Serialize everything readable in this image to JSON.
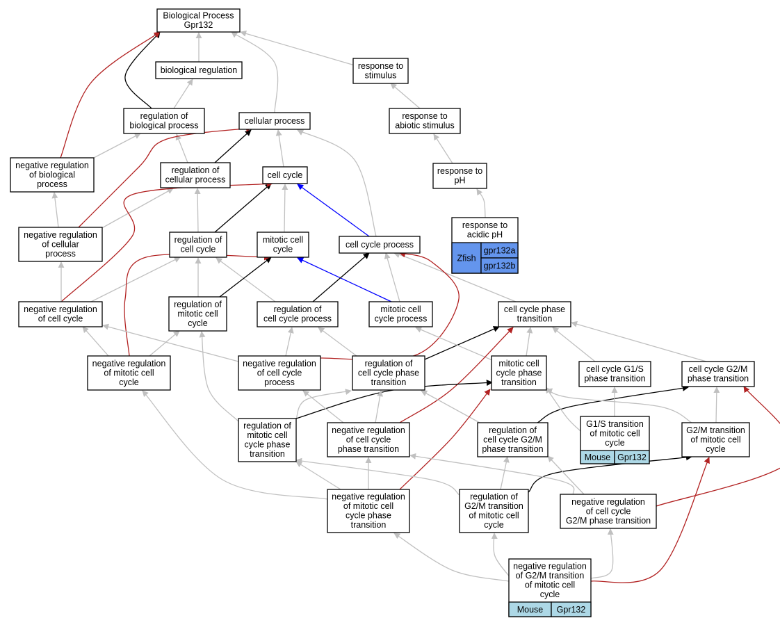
{
  "colors": {
    "is_a": "#c0c0c0",
    "part_of": "#000000",
    "regulates": "#0000ff",
    "negatively_regulates": "#b22222",
    "mouse_cell": "#add8e6",
    "zfish_cell": "#6495ed"
  },
  "nodes": [
    {
      "id": "bp",
      "lines": [
        "Biological Process",
        "Gpr132"
      ]
    },
    {
      "id": "biological_regulation",
      "lines": [
        "biological regulation"
      ]
    },
    {
      "id": "response_to_stimulus",
      "lines": [
        "response to",
        "stimulus"
      ]
    },
    {
      "id": "regulation_of_biological_process",
      "lines": [
        "regulation of",
        "biological process"
      ]
    },
    {
      "id": "cellular_process",
      "lines": [
        "cellular process"
      ]
    },
    {
      "id": "response_to_abiotic_stimulus",
      "lines": [
        "response to",
        "abiotic stimulus"
      ]
    },
    {
      "id": "negative_regulation_of_biological_process",
      "lines": [
        "negative regulation",
        "of biological",
        "process"
      ]
    },
    {
      "id": "regulation_of_cellular_process",
      "lines": [
        "regulation of",
        "cellular process"
      ]
    },
    {
      "id": "cell_cycle",
      "lines": [
        "cell cycle"
      ]
    },
    {
      "id": "response_to_ph",
      "lines": [
        "response to",
        "pH"
      ]
    },
    {
      "id": "negative_regulation_of_cellular_process",
      "lines": [
        "negative regulation",
        "of cellular",
        "process"
      ]
    },
    {
      "id": "regulation_of_cell_cycle",
      "lines": [
        "regulation of",
        "cell cycle"
      ]
    },
    {
      "id": "mitotic_cell_cycle",
      "lines": [
        "mitotic cell",
        "cycle"
      ]
    },
    {
      "id": "cell_cycle_process",
      "lines": [
        "cell cycle process"
      ]
    },
    {
      "id": "response_to_acidic_ph",
      "lines": [
        "response to",
        "acidic pH"
      ],
      "species": "Zfish",
      "genes": [
        "gpr132a",
        "gpr132b"
      ],
      "cell_color": "zfish_cell"
    },
    {
      "id": "negative_regulation_of_cell_cycle",
      "lines": [
        "negative regulation",
        "of cell cycle"
      ]
    },
    {
      "id": "regulation_of_mitotic_cell_cycle",
      "lines": [
        "regulation of",
        "mitotic cell",
        "cycle"
      ]
    },
    {
      "id": "regulation_of_cell_cycle_process",
      "lines": [
        "regulation of",
        "cell cycle process"
      ]
    },
    {
      "id": "mitotic_cell_cycle_process",
      "lines": [
        "mitotic cell",
        "cycle process"
      ]
    },
    {
      "id": "cell_cycle_phase_transition",
      "lines": [
        "cell cycle phase",
        "transition"
      ]
    },
    {
      "id": "negative_regulation_of_mitotic_cell_cycle",
      "lines": [
        "negative regulation",
        "of mitotic cell",
        "cycle"
      ]
    },
    {
      "id": "negative_regulation_of_cell_cycle_process",
      "lines": [
        "negative regulation",
        "of cell cycle",
        "process"
      ]
    },
    {
      "id": "regulation_of_cell_cycle_phase_transition",
      "lines": [
        "regulation of",
        "cell cycle phase",
        "transition"
      ]
    },
    {
      "id": "mitotic_cell_cycle_phase_transition",
      "lines": [
        "mitotic cell",
        "cycle phase",
        "transition"
      ]
    },
    {
      "id": "cell_cycle_g1s_phase_transition",
      "lines": [
        "cell cycle G1/S",
        "phase transition"
      ]
    },
    {
      "id": "cell_cycle_g2m_phase_transition",
      "lines": [
        "cell cycle G2/M",
        "phase transition"
      ]
    },
    {
      "id": "regulation_of_mitotic_cell_cycle_phase_transition",
      "lines": [
        "regulation of",
        "mitotic cell",
        "cycle phase",
        "transition"
      ]
    },
    {
      "id": "negative_regulation_of_cell_cycle_phase_transition",
      "lines": [
        "negative regulation",
        "of cell cycle",
        "phase transition"
      ]
    },
    {
      "id": "regulation_of_cell_cycle_g2m_phase_transition",
      "lines": [
        "regulation of",
        "cell cycle G2/M",
        "phase transition"
      ]
    },
    {
      "id": "g1s_transition_of_mitotic_cell_cycle",
      "lines": [
        "G1/S transition",
        "of mitotic cell",
        "cycle"
      ],
      "species": "Mouse",
      "genes": [
        "Gpr132"
      ],
      "cell_color": "mouse_cell"
    },
    {
      "id": "g2m_transition_of_mitotic_cell_cycle",
      "lines": [
        "G2/M transition",
        "of mitotic cell",
        "cycle"
      ]
    },
    {
      "id": "negative_regulation_of_mitotic_cell_cycle_phase_transition",
      "lines": [
        "negative regulation",
        "of mitotic cell",
        "cycle phase",
        "transition"
      ]
    },
    {
      "id": "regulation_of_g2m_transition_of_mitotic_cell_cycle",
      "lines": [
        "regulation of",
        "G2/M transition",
        "of mitotic cell",
        "cycle"
      ]
    },
    {
      "id": "negative_regulation_of_cell_cycle_g2m_phase_transition",
      "lines": [
        "negative regulation",
        "of cell cycle",
        "G2/M phase transition"
      ]
    },
    {
      "id": "negative_regulation_of_g2m_transition_of_mitotic_cell_cycle",
      "lines": [
        "negative regulation",
        "of G2/M transition",
        "of mitotic cell",
        "cycle"
      ],
      "species": "Mouse",
      "genes": [
        "Gpr132"
      ],
      "cell_color": "mouse_cell"
    }
  ],
  "edges": [
    {
      "from": "biological_regulation",
      "to": "bp",
      "type": "is_a"
    },
    {
      "from": "response_to_stimulus",
      "to": "bp",
      "type": "is_a"
    },
    {
      "from": "cellular_process",
      "to": "bp",
      "type": "is_a"
    },
    {
      "from": "regulation_of_biological_process",
      "to": "bp",
      "type": "part_of"
    },
    {
      "from": "negative_regulation_of_biological_process",
      "to": "bp",
      "type": "negatively_regulates"
    },
    {
      "from": "regulation_of_biological_process",
      "to": "biological_regulation",
      "type": "is_a"
    },
    {
      "from": "response_to_abiotic_stimulus",
      "to": "response_to_stimulus",
      "type": "is_a"
    },
    {
      "from": "response_to_ph",
      "to": "response_to_abiotic_stimulus",
      "type": "is_a"
    },
    {
      "from": "response_to_acidic_ph",
      "to": "response_to_ph",
      "type": "is_a"
    },
    {
      "from": "negative_regulation_of_biological_process",
      "to": "regulation_of_biological_process",
      "type": "is_a"
    },
    {
      "from": "regulation_of_cellular_process",
      "to": "regulation_of_biological_process",
      "type": "is_a"
    },
    {
      "from": "regulation_of_cellular_process",
      "to": "cellular_process",
      "type": "part_of"
    },
    {
      "from": "cell_cycle",
      "to": "cellular_process",
      "type": "is_a"
    },
    {
      "from": "cell_cycle_process",
      "to": "cellular_process",
      "type": "is_a"
    },
    {
      "from": "negative_regulation_of_cellular_process",
      "to": "cellular_process",
      "type": "negatively_regulates"
    },
    {
      "from": "negative_regulation_of_cellular_process",
      "to": "negative_regulation_of_biological_process",
      "type": "is_a"
    },
    {
      "from": "negative_regulation_of_cellular_process",
      "to": "regulation_of_cellular_process",
      "type": "is_a"
    },
    {
      "from": "regulation_of_cell_cycle",
      "to": "regulation_of_cellular_process",
      "type": "is_a"
    },
    {
      "from": "regulation_of_cell_cycle",
      "to": "cell_cycle",
      "type": "part_of"
    },
    {
      "from": "mitotic_cell_cycle",
      "to": "cell_cycle",
      "type": "is_a"
    },
    {
      "from": "cell_cycle_process",
      "to": "cell_cycle",
      "type": "regulates"
    },
    {
      "from": "negative_regulation_of_cell_cycle",
      "to": "cell_cycle",
      "type": "negatively_regulates"
    },
    {
      "from": "negative_regulation_of_cell_cycle",
      "to": "negative_regulation_of_cellular_process",
      "type": "is_a"
    },
    {
      "from": "negative_regulation_of_cell_cycle",
      "to": "regulation_of_cell_cycle",
      "type": "is_a"
    },
    {
      "from": "regulation_of_mitotic_cell_cycle",
      "to": "regulation_of_cell_cycle",
      "type": "is_a"
    },
    {
      "from": "regulation_of_cell_cycle_process",
      "to": "regulation_of_cell_cycle",
      "type": "is_a"
    },
    {
      "from": "regulation_of_mitotic_cell_cycle",
      "to": "mitotic_cell_cycle",
      "type": "part_of"
    },
    {
      "from": "mitotic_cell_cycle_process",
      "to": "mitotic_cell_cycle",
      "type": "regulates"
    },
    {
      "from": "negative_regulation_of_mitotic_cell_cycle",
      "to": "mitotic_cell_cycle",
      "type": "negatively_regulates"
    },
    {
      "from": "regulation_of_cell_cycle_process",
      "to": "cell_cycle_process",
      "type": "part_of"
    },
    {
      "from": "mitotic_cell_cycle_process",
      "to": "cell_cycle_process",
      "type": "is_a"
    },
    {
      "from": "cell_cycle_phase_transition",
      "to": "cell_cycle_process",
      "type": "is_a"
    },
    {
      "from": "negative_regulation_of_cell_cycle_process",
      "to": "cell_cycle_process",
      "type": "negatively_regulates"
    },
    {
      "from": "negative_regulation_of_mitotic_cell_cycle",
      "to": "negative_regulation_of_cell_cycle",
      "type": "is_a"
    },
    {
      "from": "negative_regulation_of_mitotic_cell_cycle",
      "to": "regulation_of_mitotic_cell_cycle",
      "type": "is_a"
    },
    {
      "from": "negative_regulation_of_cell_cycle_process",
      "to": "negative_regulation_of_cell_cycle",
      "type": "is_a"
    },
    {
      "from": "negative_regulation_of_cell_cycle_process",
      "to": "regulation_of_cell_cycle_process",
      "type": "is_a"
    },
    {
      "from": "regulation_of_cell_cycle_phase_transition",
      "to": "regulation_of_cell_cycle_process",
      "type": "is_a"
    },
    {
      "from": "regulation_of_cell_cycle_phase_transition",
      "to": "cell_cycle_phase_transition",
      "type": "part_of"
    },
    {
      "from": "mitotic_cell_cycle_phase_transition",
      "to": "mitotic_cell_cycle_process",
      "type": "is_a"
    },
    {
      "from": "mitotic_cell_cycle_phase_transition",
      "to": "cell_cycle_phase_transition",
      "type": "is_a"
    },
    {
      "from": "cell_cycle_g1s_phase_transition",
      "to": "cell_cycle_phase_transition",
      "type": "is_a"
    },
    {
      "from": "cell_cycle_g2m_phase_transition",
      "to": "cell_cycle_phase_transition",
      "type": "is_a"
    },
    {
      "from": "negative_regulation_of_cell_cycle_phase_transition",
      "to": "cell_cycle_phase_transition",
      "type": "negatively_regulates"
    },
    {
      "from": "regulation_of_mitotic_cell_cycle_phase_transition",
      "to": "regulation_of_mitotic_cell_cycle",
      "type": "is_a"
    },
    {
      "from": "regulation_of_mitotic_cell_cycle_phase_transition",
      "to": "regulation_of_cell_cycle_phase_transition",
      "type": "is_a"
    },
    {
      "from": "regulation_of_mitotic_cell_cycle_phase_transition",
      "to": "mitotic_cell_cycle_phase_transition",
      "type": "part_of"
    },
    {
      "from": "negative_regulation_of_cell_cycle_phase_transition",
      "to": "negative_regulation_of_cell_cycle_process",
      "type": "is_a"
    },
    {
      "from": "negative_regulation_of_cell_cycle_phase_transition",
      "to": "regulation_of_cell_cycle_phase_transition",
      "type": "is_a"
    },
    {
      "from": "regulation_of_cell_cycle_g2m_phase_transition",
      "to": "regulation_of_cell_cycle_phase_transition",
      "type": "is_a"
    },
    {
      "from": "regulation_of_cell_cycle_g2m_phase_transition",
      "to": "cell_cycle_g2m_phase_transition",
      "type": "part_of"
    },
    {
      "from": "g1s_transition_of_mitotic_cell_cycle",
      "to": "cell_cycle_g1s_phase_transition",
      "type": "is_a"
    },
    {
      "from": "g1s_transition_of_mitotic_cell_cycle",
      "to": "mitotic_cell_cycle_phase_transition",
      "type": "is_a"
    },
    {
      "from": "g2m_transition_of_mitotic_cell_cycle",
      "to": "cell_cycle_g2m_phase_transition",
      "type": "is_a"
    },
    {
      "from": "g2m_transition_of_mitotic_cell_cycle",
      "to": "mitotic_cell_cycle_phase_transition",
      "type": "is_a"
    },
    {
      "from": "negative_regulation_of_mitotic_cell_cycle_phase_transition",
      "to": "negative_regulation_of_mitotic_cell_cycle",
      "type": "is_a"
    },
    {
      "from": "negative_regulation_of_mitotic_cell_cycle_phase_transition",
      "to": "regulation_of_mitotic_cell_cycle_phase_transition",
      "type": "is_a"
    },
    {
      "from": "negative_regulation_of_mitotic_cell_cycle_phase_transition",
      "to": "negative_regulation_of_cell_cycle_phase_transition",
      "type": "is_a"
    },
    {
      "from": "negative_regulation_of_mitotic_cell_cycle_phase_transition",
      "to": "mitotic_cell_cycle_phase_transition",
      "type": "negatively_regulates"
    },
    {
      "from": "regulation_of_g2m_transition_of_mitotic_cell_cycle",
      "to": "regulation_of_mitotic_cell_cycle_phase_transition",
      "type": "is_a"
    },
    {
      "from": "regulation_of_g2m_transition_of_mitotic_cell_cycle",
      "to": "regulation_of_cell_cycle_g2m_phase_transition",
      "type": "is_a"
    },
    {
      "from": "regulation_of_g2m_transition_of_mitotic_cell_cycle",
      "to": "g2m_transition_of_mitotic_cell_cycle",
      "type": "part_of"
    },
    {
      "from": "negative_regulation_of_cell_cycle_g2m_phase_transition",
      "to": "regulation_of_cell_cycle_g2m_phase_transition",
      "type": "is_a"
    },
    {
      "from": "negative_regulation_of_cell_cycle_g2m_phase_transition",
      "to": "negative_regulation_of_cell_cycle_phase_transition",
      "type": "is_a"
    },
    {
      "from": "negative_regulation_of_cell_cycle_g2m_phase_transition",
      "to": "cell_cycle_g2m_phase_transition",
      "type": "negatively_regulates"
    },
    {
      "from": "negative_regulation_of_g2m_transition_of_mitotic_cell_cycle",
      "to": "negative_regulation_of_mitotic_cell_cycle_phase_transition",
      "type": "is_a"
    },
    {
      "from": "negative_regulation_of_g2m_transition_of_mitotic_cell_cycle",
      "to": "regulation_of_g2m_transition_of_mitotic_cell_cycle",
      "type": "is_a"
    },
    {
      "from": "negative_regulation_of_g2m_transition_of_mitotic_cell_cycle",
      "to": "negative_regulation_of_cell_cycle_g2m_phase_transition",
      "type": "is_a"
    },
    {
      "from": "negative_regulation_of_g2m_transition_of_mitotic_cell_cycle",
      "to": "g2m_transition_of_mitotic_cell_cycle",
      "type": "negatively_regulates"
    }
  ]
}
